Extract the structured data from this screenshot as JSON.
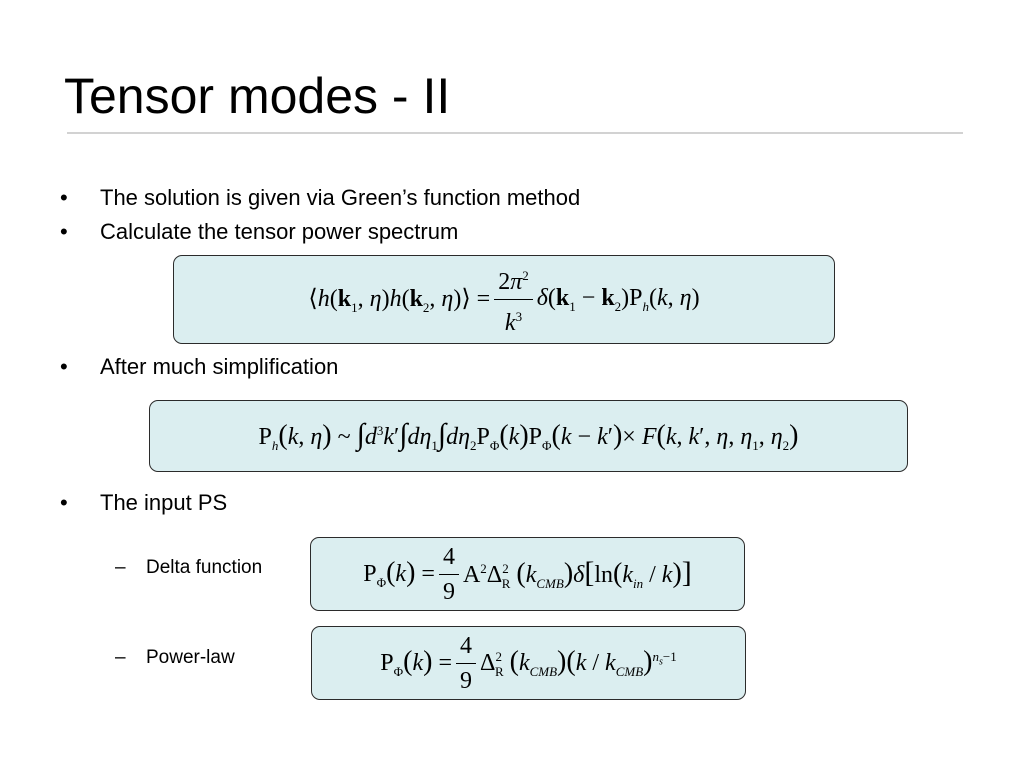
{
  "slide": {
    "title": "Tensor modes - II",
    "bullets": [
      "The solution is given via Green’s function method",
      "Calculate the tensor power spectrum",
      "After much simplification",
      "The input PS"
    ],
    "sub_bullets": [
      "Delta function",
      "Power-law"
    ],
    "bullet_marker": "•",
    "sub_marker": "–",
    "colors": {
      "box_fill": "#dbeef0",
      "box_border": "#2b2b2b",
      "rule": "#d2d2d2"
    }
  }
}
